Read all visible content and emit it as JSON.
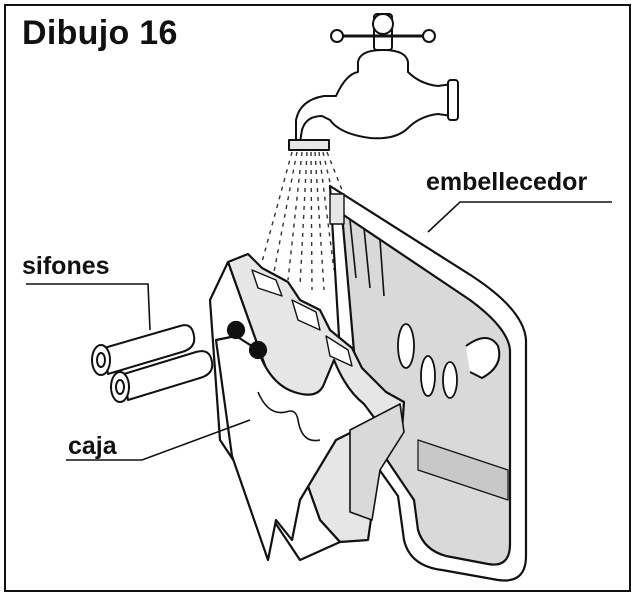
{
  "title": "Dibujo 16",
  "labels": {
    "embellecedor": "embellecedor",
    "sifones": "sifones",
    "caja": "caja"
  },
  "colors": {
    "ink": "#111111",
    "shade": "#d9d9d9",
    "light": "#eeeeee",
    "paper": "#ffffff"
  }
}
